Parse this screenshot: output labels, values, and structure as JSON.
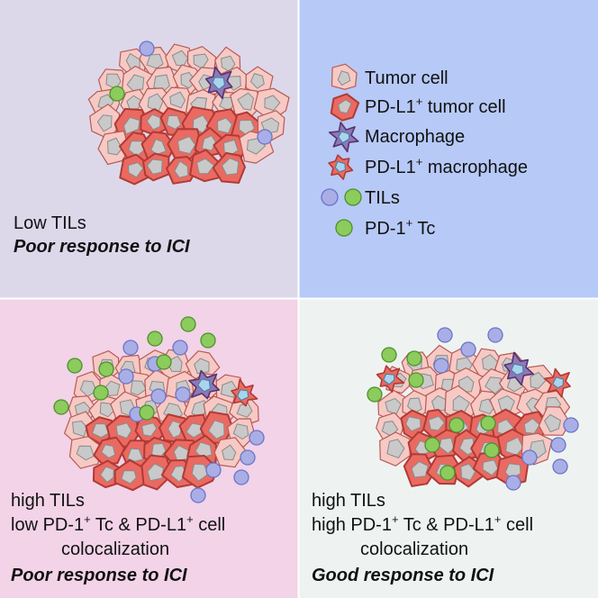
{
  "colors": {
    "panel_top_left": "#dcd8ea",
    "panel_top_right": "#b7c9f7",
    "panel_bottom_left": "#f2d3e8",
    "panel_bottom_right": "#eef3f1",
    "tumor_fill": "#f7c9c4",
    "tumor_stroke": "#b85a55",
    "pdl1_tumor_fill": "#ea6a62",
    "pdl1_tumor_stroke": "#b03a35",
    "nucleus_fill": "#c9c9c9",
    "macrophage_fill": "#8e78b5",
    "macrophage_stroke": "#55336f",
    "macro_nucleus": "#a9d4ec",
    "til_fill": "#a9aee6",
    "til_stroke": "#6c74c7",
    "pd1_fill": "#8bcc5c",
    "pd1_stroke": "#4e8f2c"
  },
  "legend": {
    "tumor_cell": {
      "icon": "tumor-cell-icon",
      "label": "Tumor cell"
    },
    "pdl1_tumor": {
      "icon": "pdl1-tumor-cell-icon",
      "label_main": "PD-L1",
      "sup": "+",
      "label_rest": " tumor cell"
    },
    "macrophage": {
      "icon": "macrophage-icon",
      "label": "Macrophage"
    },
    "pdl1_macrophage": {
      "icon": "pdl1-macrophage-icon",
      "label_main": "PD-L1",
      "sup": "+",
      "label_rest": " macrophage"
    },
    "tils": {
      "icon": "til-icon",
      "label": "TILs"
    },
    "pd1_tc": {
      "icon": "pd1-tc-icon",
      "label_main": "PD-1",
      "sup": "+",
      "label_rest": " Tc"
    }
  },
  "panels": {
    "top_left": {
      "line1": "Low TILs",
      "response": "Poor response to ICI"
    },
    "bottom_left": {
      "line1": "high TILs",
      "line2_a": "low PD-1",
      "line2_b": " Tc & PD-L1",
      "line2_c": " cell",
      "sup": "+",
      "line3": "colocalization",
      "response": "Poor response to ICI"
    },
    "bottom_right": {
      "line1": "high TILs",
      "line2_a": "high PD-1",
      "line2_b": " Tc & PD-L1",
      "line2_c": " cell",
      "sup": "+",
      "line3": "colocalization",
      "response": "Good response to ICI"
    }
  }
}
